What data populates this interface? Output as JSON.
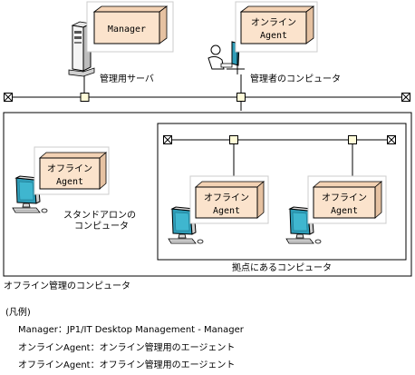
{
  "diagram": {
    "manager_box": "Manager",
    "online_agent_box": [
      "オンライン",
      "Agent"
    ],
    "offline_agent_box": [
      "オフライン",
      "Agent"
    ],
    "mgmt_server_label": "管理用サーバ",
    "admin_pc_label": "管理者のコンピュータ",
    "standalone_label": [
      "スタンドアロンの",
      "コンピュータ"
    ],
    "site_label": "拠点にあるコンピュータ",
    "offline_group_label": "オフライン管理のコンピュータ"
  },
  "legend": {
    "title": "(凡例)",
    "items": [
      "Manager：JP1/IT Desktop Management - Manager",
      "オンラインAgent：オンライン管理用のエージェント",
      "オフラインAgent：オフライン管理用のエージェント"
    ]
  },
  "colors": {
    "box_fill": "#fbe3cc",
    "box_side": "#e6c2a2",
    "node_fill": "#fffbd8",
    "screen": "#2f9db8",
    "panel_border": "#cccccc"
  }
}
